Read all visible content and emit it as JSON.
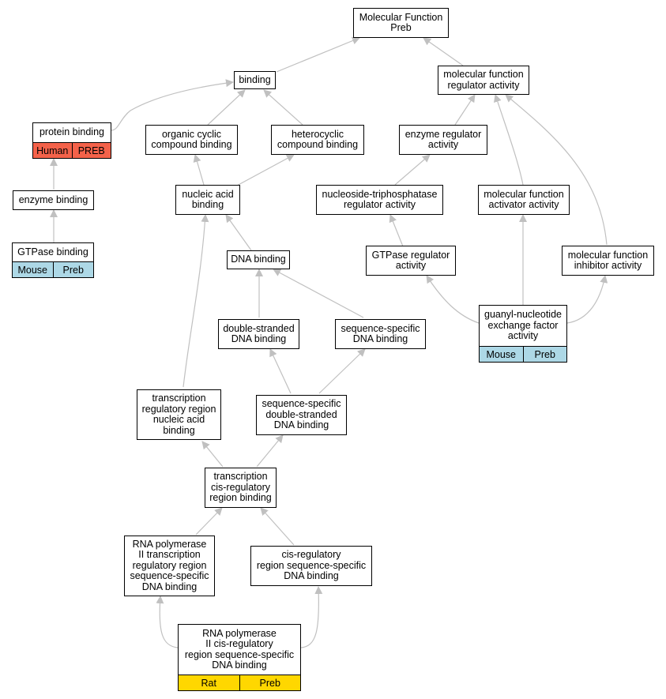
{
  "colors": {
    "edge": "#c0c0c0",
    "human_tag": "#f4624a",
    "mouse_tag": "#add8e6",
    "rat_tag": "#ffd700"
  },
  "nodes": {
    "molecular_function": {
      "label": "Molecular Function\nPreb"
    },
    "binding": {
      "label": "binding"
    },
    "mf_regulator": {
      "label": "molecular function\nregulator activity"
    },
    "protein_binding": {
      "label": "protein binding",
      "tags": [
        "Human",
        "PREB"
      ],
      "tag_color": "#f4624a"
    },
    "organic_cyclic": {
      "label": "organic cyclic\ncompound binding"
    },
    "heterocyclic": {
      "label": "heterocyclic\ncompound binding"
    },
    "enzyme_regulator": {
      "label": "enzyme regulator\nactivity"
    },
    "enzyme_binding": {
      "label": "enzyme binding"
    },
    "nucleic_acid": {
      "label": "nucleic acid\nbinding"
    },
    "ntpase_regulator": {
      "label": "nucleoside-triphosphatase\nregulator activity"
    },
    "mf_activator": {
      "label": "molecular function\nactivator activity"
    },
    "gtpase_binding": {
      "label": "GTPase binding",
      "tags": [
        "Mouse",
        "Preb"
      ],
      "tag_color": "#add8e6"
    },
    "dna_binding": {
      "label": "DNA binding"
    },
    "gtpase_regulator": {
      "label": "GTPase regulator\nactivity"
    },
    "mf_inhibitor": {
      "label": "molecular function\ninhibitor activity"
    },
    "guanyl": {
      "label": "guanyl-nucleotide\nexchange factor\nactivity",
      "tags": [
        "Mouse",
        "Preb"
      ],
      "tag_color": "#add8e6"
    },
    "ds_dna": {
      "label": "double-stranded\nDNA binding"
    },
    "ss_dna": {
      "label": "sequence-specific\nDNA binding"
    },
    "tr_region_na": {
      "label": "transcription\nregulatory region\nnucleic acid\nbinding"
    },
    "ss_ds_dna": {
      "label": "sequence-specific\ndouble-stranded\nDNA binding"
    },
    "tr_cis": {
      "label": "transcription\ncis-regulatory\nregion binding"
    },
    "rnap_tr": {
      "label": "RNA polymerase\nII transcription\nregulatory region\nsequence-specific\nDNA binding"
    },
    "cis_ss": {
      "label": "cis-regulatory\nregion sequence-specific\nDNA binding"
    },
    "rnap_cis": {
      "label": "RNA polymerase\nII cis-regulatory\nregion sequence-specific\nDNA binding",
      "tags": [
        "Rat",
        "Preb"
      ],
      "tag_color": "#ffd700"
    }
  }
}
